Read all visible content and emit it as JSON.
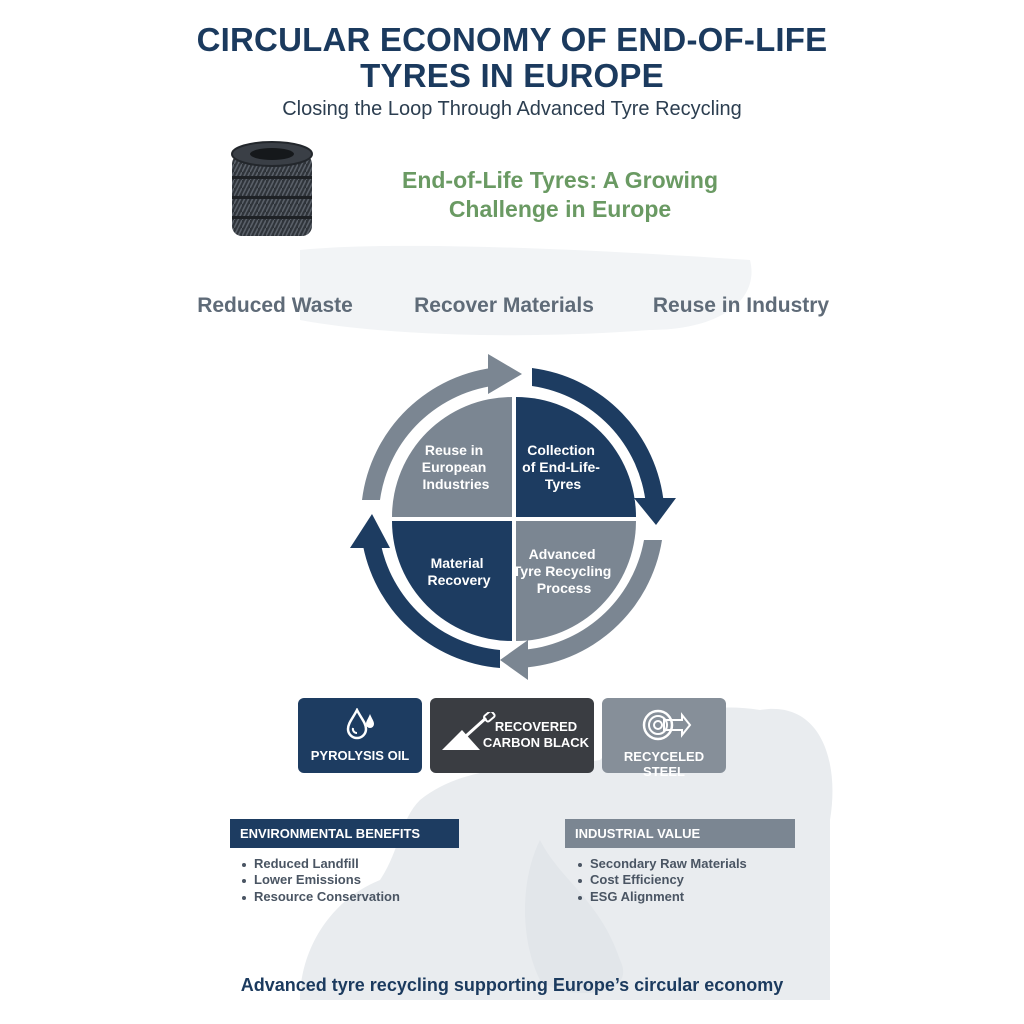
{
  "header": {
    "title_line1": "CIRCULAR ECONOMY OF END-OF-LIFE",
    "title_line2": "TYRES IN EUROPE",
    "subtitle": "Closing the Loop Through Advanced Tyre Recycling"
  },
  "section_heading": {
    "line1": "End-of-Life Tyres: A Growing",
    "line2": "Challenge in Europe"
  },
  "pillars": [
    "Reduced Waste",
    "Recover Materials",
    "Reuse in Industry"
  ],
  "cycle": {
    "top_left": [
      "Reuse in",
      "European",
      "Industries"
    ],
    "top_right": [
      "Collection",
      "of End-Life-",
      "Tyres"
    ],
    "bottom_right": [
      "Advanced",
      "Tyre Recycling",
      "Process"
    ],
    "bottom_left": [
      "Material",
      "Recovery"
    ]
  },
  "materials": [
    {
      "label_lines": [
        "PYROLYSIS OIL"
      ],
      "icon": "oil-drop-icon",
      "color": "#1d3c61"
    },
    {
      "label_lines": [
        "RECOVERED",
        "CARBON BLACK"
      ],
      "icon": "shovel-pile-icon",
      "color": "#3a3d42"
    },
    {
      "label_lines": [
        "RECYCELED STEEL"
      ],
      "icon": "steel-coil-icon",
      "color": "#868f99"
    }
  ],
  "panels": {
    "environmental": {
      "header": "ENVIRONMENTAL BENEFITS",
      "items": [
        "Reduced Landfill",
        "Lower Emissions",
        "Resource Conservation"
      ]
    },
    "industrial": {
      "header": "INDUSTRIAL VALUE",
      "items": [
        "Secondary Raw Materials",
        "Cost Efficiency",
        "ESG Alignment"
      ]
    }
  },
  "footer": "Advanced tyre recycling supporting Europe’s circular economy",
  "colors": {
    "navy": "#1d3c61",
    "gray": "#7b8692",
    "green": "#6a9a63",
    "charcoal": "#3a3d42"
  }
}
